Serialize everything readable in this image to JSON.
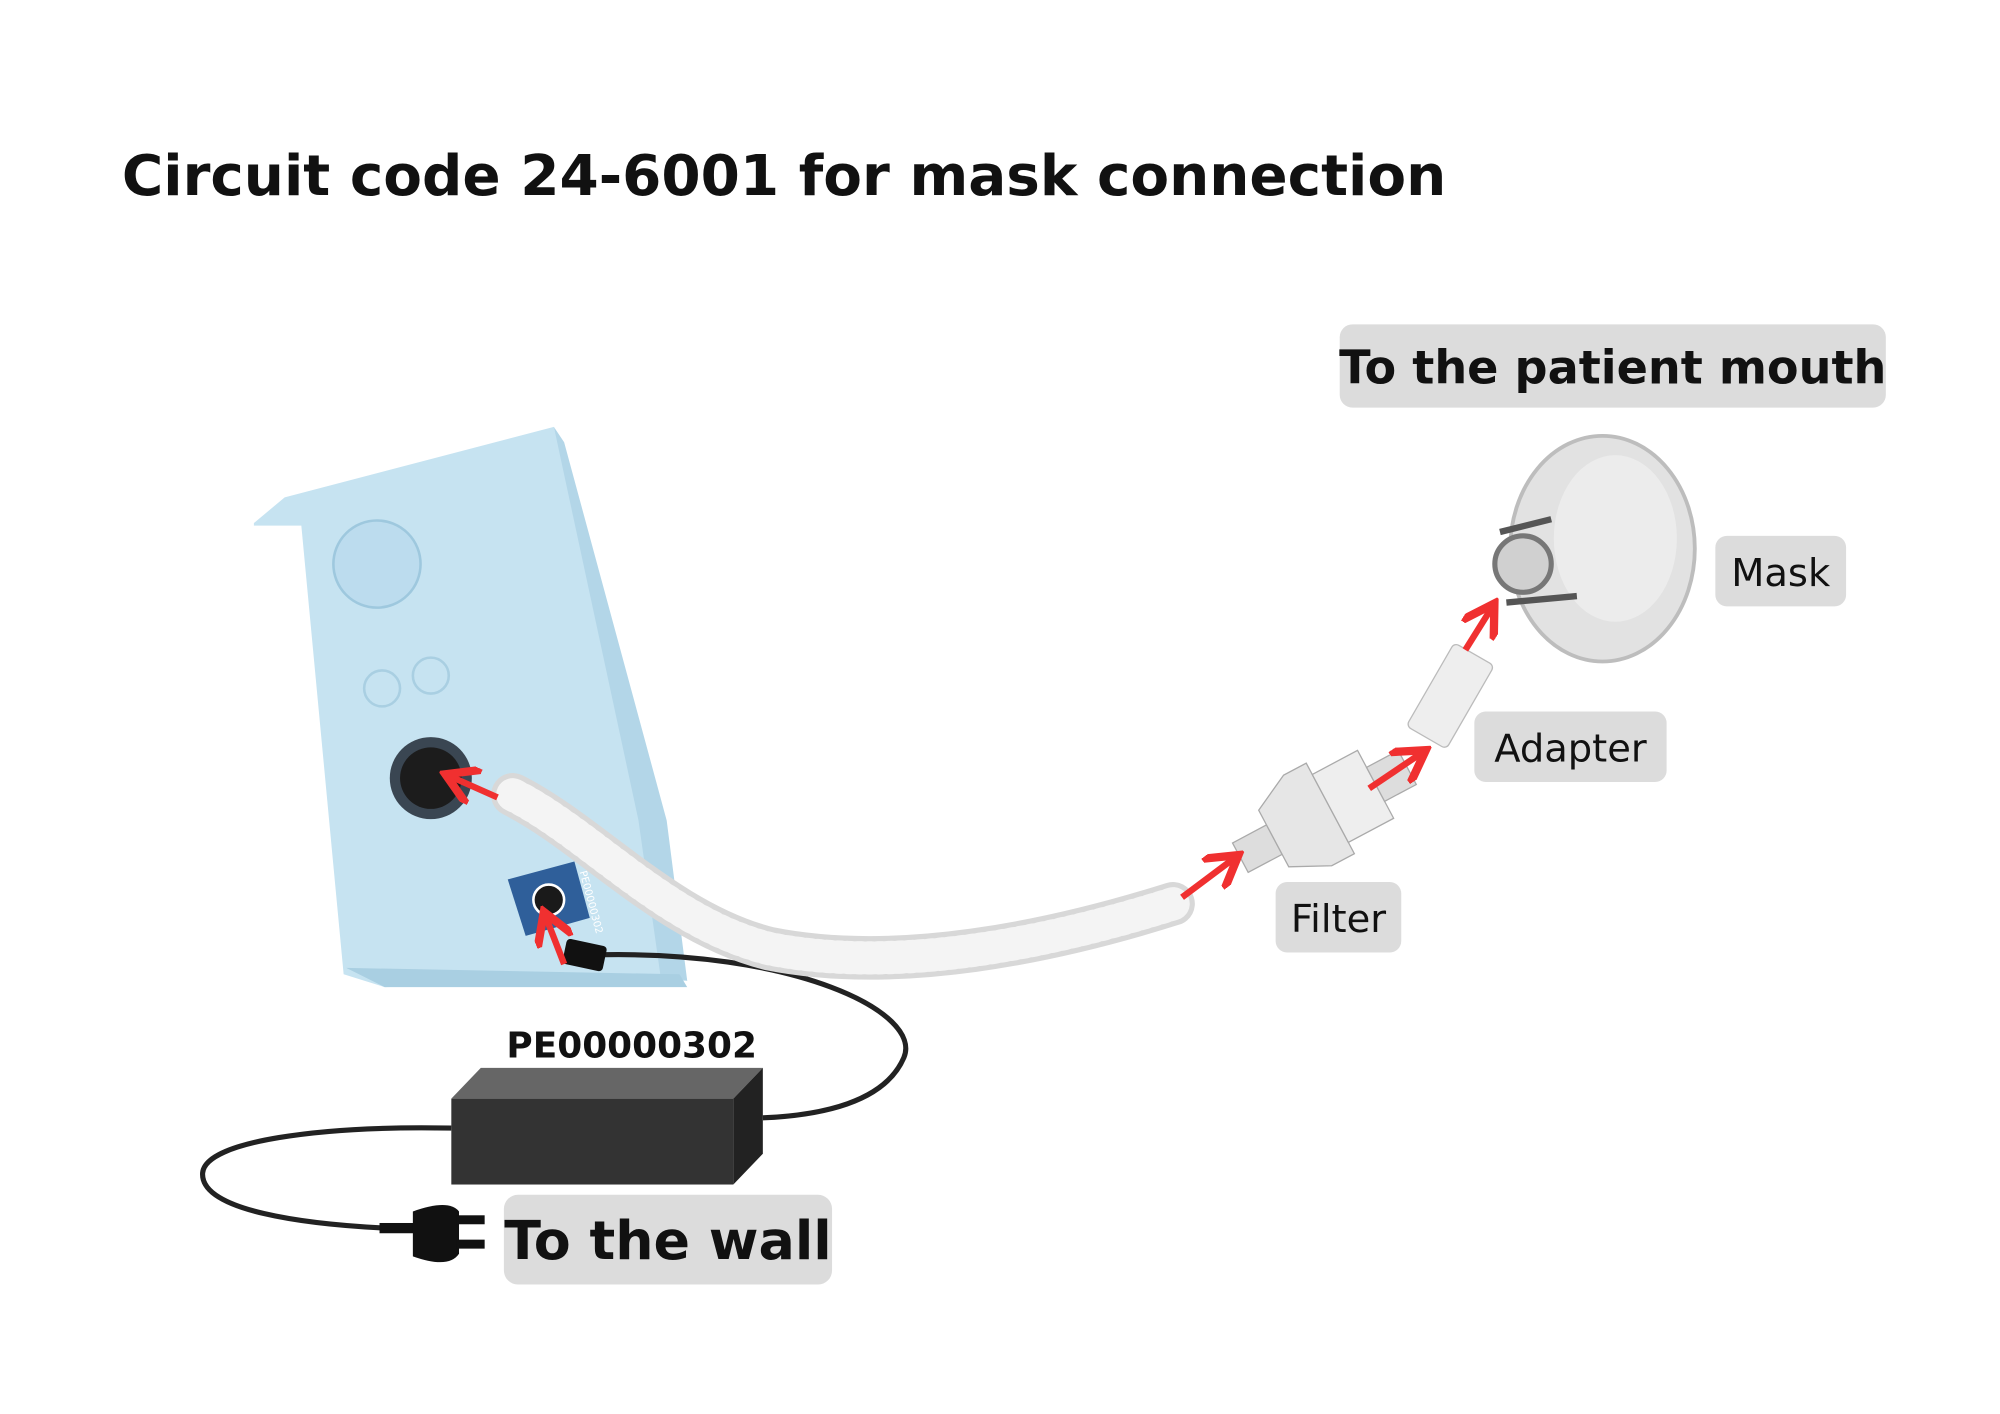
{
  "title": "Circuit code 24-6001 for mask connection",
  "labels": {
    "patient": "To the patient mouth",
    "mask": "Mask",
    "adapter": "Adapter",
    "filter": "Filter",
    "wall": "To the wall",
    "power_supply_code": "PE00000302",
    "port_code": "PE00000302"
  },
  "colors": {
    "arrow": "#f03030",
    "label_bg": "#dcdcdc",
    "device": "#c6e3f1",
    "power_supply": "#333333",
    "port_plate": "#2f5f9a"
  }
}
